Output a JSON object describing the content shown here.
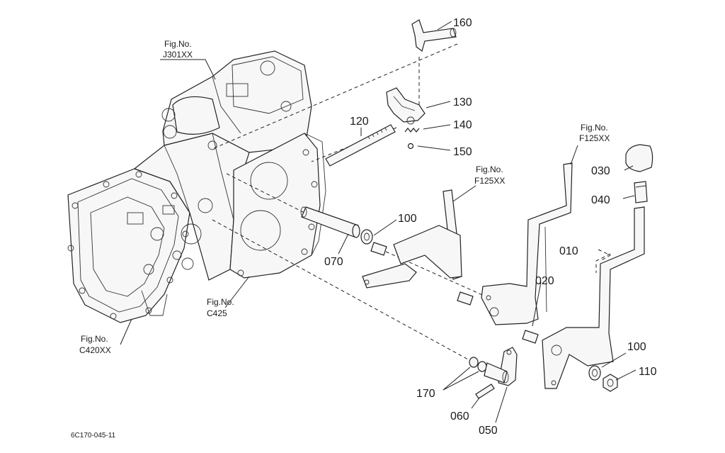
{
  "diagram": {
    "drawing_code": "6C170-045-11",
    "parts": [
      {
        "id": "160",
        "label": "160"
      },
      {
        "id": "130",
        "label": "130"
      },
      {
        "id": "140",
        "label": "140"
      },
      {
        "id": "120",
        "label": "120"
      },
      {
        "id": "150",
        "label": "150"
      },
      {
        "id": "030",
        "label": "030"
      },
      {
        "id": "040",
        "label": "040"
      },
      {
        "id": "100a",
        "label": "100"
      },
      {
        "id": "070",
        "label": "070"
      },
      {
        "id": "010",
        "label": "010"
      },
      {
        "id": "020",
        "label": "020"
      },
      {
        "id": "100b",
        "label": "100"
      },
      {
        "id": "110",
        "label": "110"
      },
      {
        "id": "170",
        "label": "170"
      },
      {
        "id": "060",
        "label": "060"
      },
      {
        "id": "050",
        "label": "050"
      }
    ],
    "references": [
      {
        "id": "j301",
        "line1": "Fig.No.",
        "line2": "J301XX"
      },
      {
        "id": "f125a",
        "line1": "Fig.No.",
        "line2": "F125XX"
      },
      {
        "id": "f125b",
        "line1": "Fig.No.",
        "line2": "F125XX"
      },
      {
        "id": "c425",
        "line1": "Fig.No.",
        "line2": "C425"
      },
      {
        "id": "c420",
        "line1": "Fig.No.",
        "line2": "C420XX"
      }
    ]
  }
}
